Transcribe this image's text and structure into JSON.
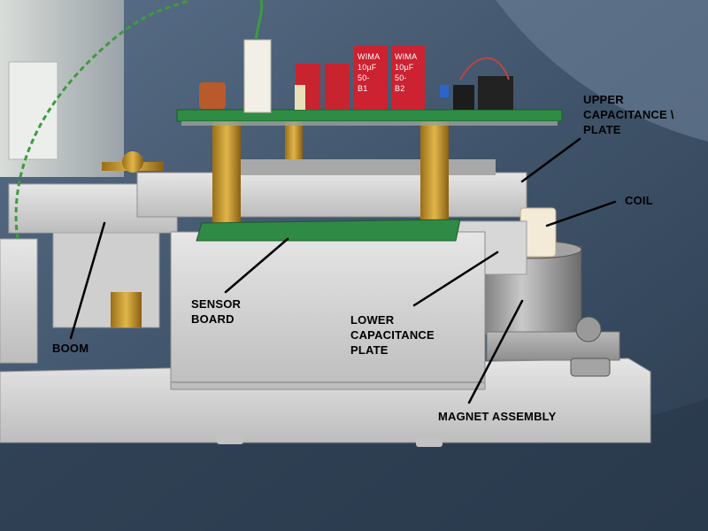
{
  "labels": {
    "upper_capacitance_plate": "UPPER\nCAPACITANCE \\\nPLATE",
    "coil": "COIL",
    "sensor_board": "SENSOR\nBOARD",
    "lower_capacitance_plate": "LOWER\nCAPACITANCE\nPLATE",
    "boom": "BOOM",
    "magnet_assembly": "MAGNET ASSEMBLY"
  },
  "components": {
    "cap1": "WIMA\n10µF\n50-\nB1",
    "cap2": "WIMA\n10µF\n50-\nB2"
  }
}
